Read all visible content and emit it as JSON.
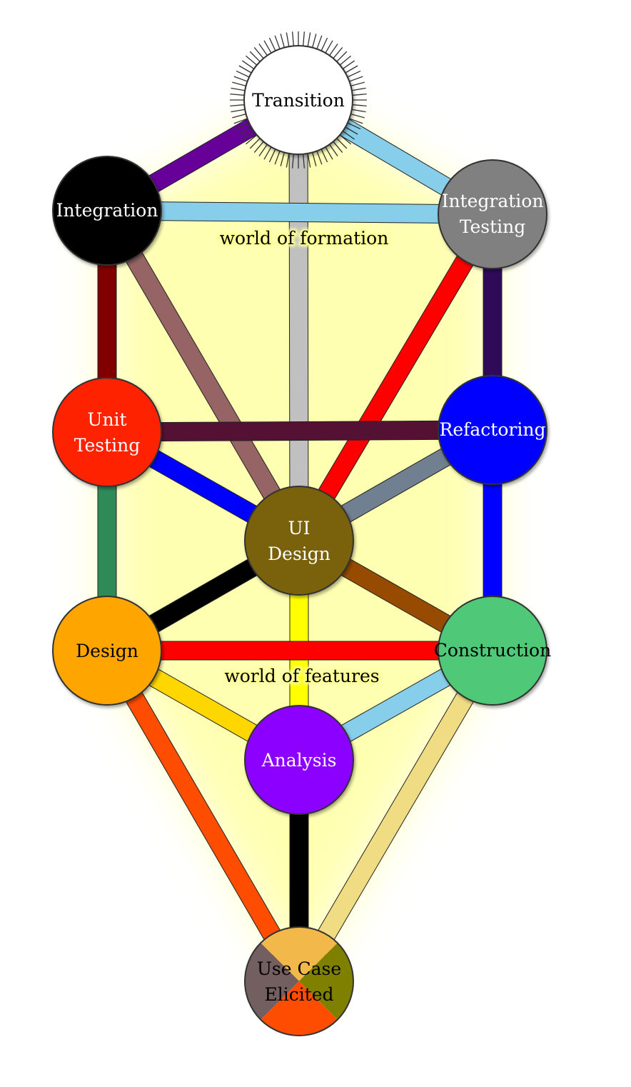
{
  "nodes": [
    {
      "id": "transition",
      "lines": [
        "Transition"
      ],
      "fill": "#ffffff",
      "text_color": "#000000",
      "rays": true
    },
    {
      "id": "integration",
      "lines": [
        "Integration"
      ],
      "fill": "#000000",
      "text_color": "#ffffff"
    },
    {
      "id": "integration-testing",
      "lines": [
        "Integration",
        "Testing"
      ],
      "fill": "#808080",
      "text_color": "#ffffff"
    },
    {
      "id": "unit-testing",
      "lines": [
        "Unit",
        "Testing"
      ],
      "fill": "#ff2200",
      "text_color": "#ffffff"
    },
    {
      "id": "refactoring",
      "lines": [
        "Refactoring"
      ],
      "fill": "#0000ff",
      "text_color": "#ffffff"
    },
    {
      "id": "ui-design",
      "lines": [
        "UI",
        "Design"
      ],
      "fill": "#7a6209",
      "text_color": "#ffffff"
    },
    {
      "id": "design",
      "lines": [
        "Design"
      ],
      "fill": "#ffa500",
      "text_color": "#000000"
    },
    {
      "id": "construction",
      "lines": [
        "Construction"
      ],
      "fill": "#50c878",
      "text_color": "#000000"
    },
    {
      "id": "analysis",
      "lines": [
        "Analysis"
      ],
      "fill": "#8b00ff",
      "text_color": "#ffffff"
    },
    {
      "id": "use-case-elicited",
      "lines": [
        "Use Case",
        "Elicited"
      ],
      "text_color": "#000000",
      "quadrants": {
        "top": "#f2b84a",
        "right": "#808000",
        "bottom": "#ff4d00",
        "left": "#735f5f"
      }
    }
  ],
  "paths": [
    {
      "from": "transition",
      "to": "integration",
      "color": "#660099"
    },
    {
      "from": "transition",
      "to": "integration-testing",
      "color": "#87ceeb"
    },
    {
      "from": "transition",
      "to": "ui-design",
      "color": "#c0c0c0"
    },
    {
      "from": "integration",
      "to": "integration-testing",
      "color": "#87ceeb"
    },
    {
      "from": "integration",
      "to": "unit-testing",
      "color": "#800000"
    },
    {
      "from": "integration",
      "to": "ui-design",
      "color": "#966464"
    },
    {
      "from": "integration-testing",
      "to": "refactoring",
      "color": "#2e0a59"
    },
    {
      "from": "integration-testing",
      "to": "ui-design",
      "color": "#ff0000"
    },
    {
      "from": "unit-testing",
      "to": "refactoring",
      "color": "#551133"
    },
    {
      "from": "unit-testing",
      "to": "ui-design",
      "color": "#0000ff"
    },
    {
      "from": "unit-testing",
      "to": "design",
      "color": "#2e8b57"
    },
    {
      "from": "refactoring",
      "to": "ui-design",
      "color": "#708090"
    },
    {
      "from": "refactoring",
      "to": "construction",
      "color": "#0000ff"
    },
    {
      "from": "ui-design",
      "to": "design",
      "color": "#000000"
    },
    {
      "from": "ui-design",
      "to": "construction",
      "color": "#964b00"
    },
    {
      "from": "ui-design",
      "to": "analysis",
      "color": "#ffff00"
    },
    {
      "from": "design",
      "to": "construction",
      "color": "#ff0000"
    },
    {
      "from": "design",
      "to": "analysis",
      "color": "#ffd700"
    },
    {
      "from": "design",
      "to": "use-case-elicited",
      "color": "#ff4d00"
    },
    {
      "from": "construction",
      "to": "analysis",
      "color": "#87ceeb"
    },
    {
      "from": "construction",
      "to": "use-case-elicited",
      "color": "#f0dc82"
    },
    {
      "from": "analysis",
      "to": "use-case-elicited",
      "color": "#000000"
    }
  ],
  "worlds": [
    {
      "id": "world-of-formation",
      "text": "world of formation"
    },
    {
      "id": "world-of-features",
      "text": "world of features"
    }
  ],
  "colors": {
    "glow": "#ffff99",
    "node_stroke": "#333333"
  }
}
